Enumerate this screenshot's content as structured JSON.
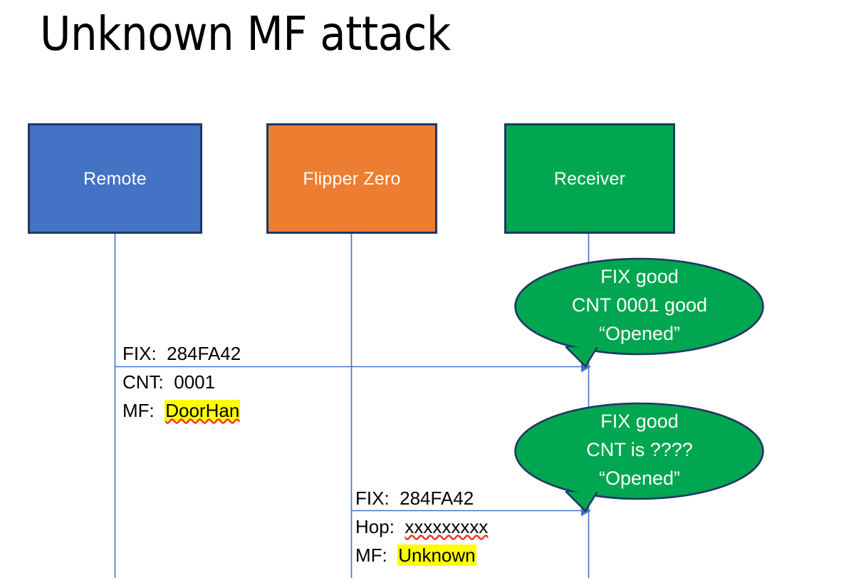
{
  "slide": {
    "title": "Unknown MF attack",
    "background": "#FFFFFF"
  },
  "colors": {
    "remote_fill": "#4472C4",
    "flipper_fill": "#ED7D31",
    "receiver_fill": "#00A650",
    "box_border": "#1F3864",
    "lifeline": "#4472C4",
    "arrow": "#4472C4",
    "bubble_fill": "#00A650",
    "bubble_border": "#1F3864",
    "highlight": "#FFFF00",
    "spellcheck_underline": "#E8372B",
    "text_on_fill": "#FFFFFF",
    "text": "#000000"
  },
  "actors": [
    {
      "id": "remote",
      "label": "Remote"
    },
    {
      "id": "flipper",
      "label": "Flipper Zero"
    },
    {
      "id": "receiver",
      "label": "Receiver"
    }
  ],
  "messages": [
    {
      "id": "msg-remote-to-receiver",
      "from": "remote",
      "to": "receiver",
      "lines": [
        {
          "label": "FIX:",
          "value": "284FA42",
          "highlight": false,
          "spellcheck": false
        },
        {
          "label": "CNT:",
          "value": "0001",
          "highlight": false,
          "spellcheck": false
        },
        {
          "label": "MF:",
          "value": "DoorHan",
          "highlight": true,
          "spellcheck": true
        }
      ]
    },
    {
      "id": "msg-flipper-to-receiver",
      "from": "flipper",
      "to": "receiver",
      "lines": [
        {
          "label": "FIX:",
          "value": "284FA42",
          "highlight": false,
          "spellcheck": false
        },
        {
          "label": "Hop:",
          "value": "xxxxxxxxx",
          "highlight": false,
          "spellcheck": true
        },
        {
          "label": "MF:",
          "value": "Unknown",
          "highlight": true,
          "spellcheck": false
        }
      ]
    }
  ],
  "callouts": [
    {
      "id": "callout-first",
      "attached_to": "msg-remote-to-receiver",
      "lines": [
        "FIX good",
        "CNT 0001 good",
        "“Opened”"
      ]
    },
    {
      "id": "callout-second",
      "attached_to": "msg-flipper-to-receiver",
      "lines": [
        "FIX good",
        "CNT is ????",
        "“Opened”"
      ]
    }
  ]
}
